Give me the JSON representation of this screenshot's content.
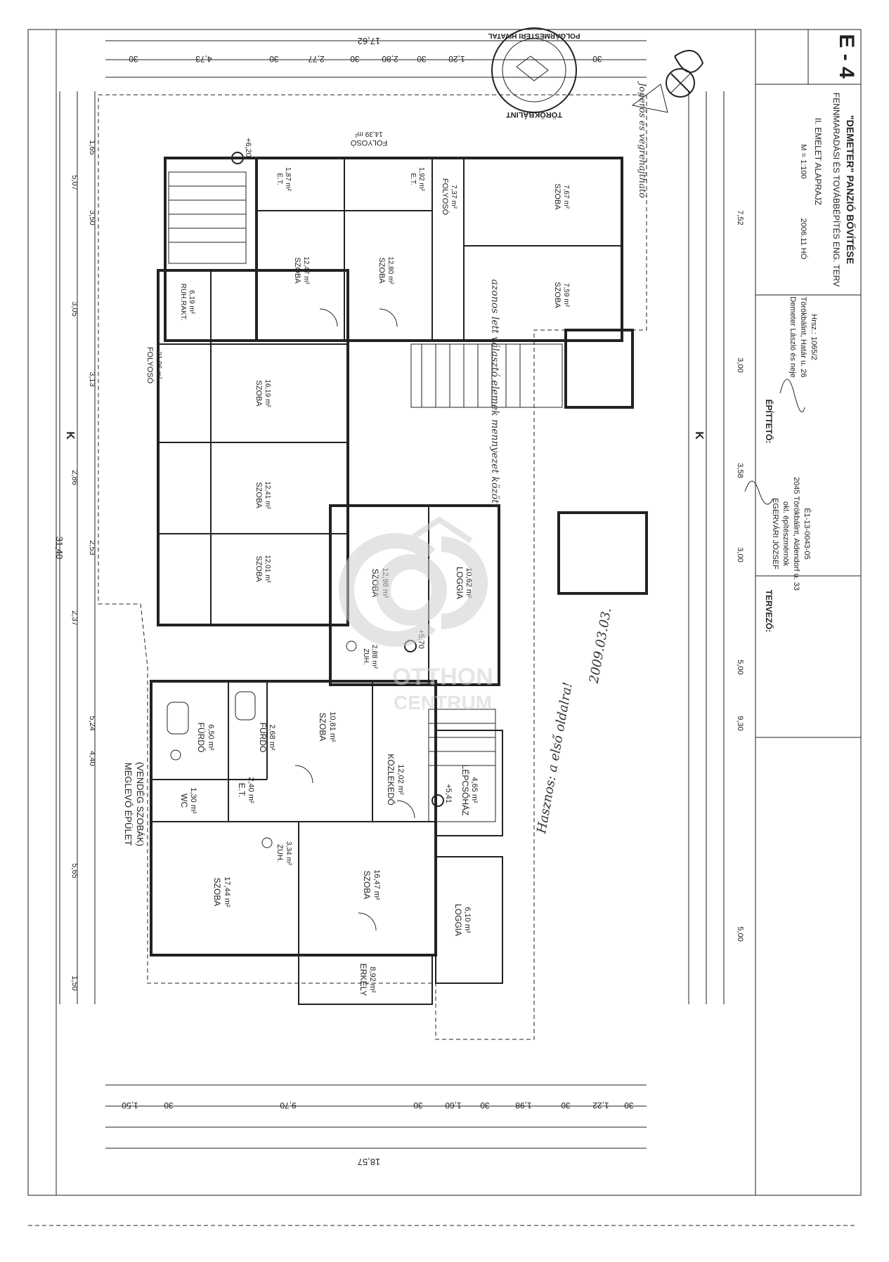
{
  "title_block": {
    "sheet_code": "E - 4",
    "project": "\"DEMETER\" PANZIÓ BŐVÍTÉSE",
    "plan_type": "FENNMARADÁSI ÉS TOVÁBBÉPÍTÉS ENG. TERV",
    "drawing": "II. EMELET ALAPRAJZ",
    "scale": "M = 1:100",
    "date": "2006.11 HÓ",
    "owner_label": "ÉPÍTTETŐ:",
    "owner_name": "Demeter László és neje",
    "owner_address": "Törökbálint, Határ u. 26",
    "owner_hrsz": "Hrsz.: 1065/2",
    "designer_label": "TERVEZŐ:",
    "designer_name": "EGERVÁRI JÓZSEF",
    "designer_title": "okl. építészmérnök",
    "designer_address": "2045 Törökbálint, Aldendorf u. 33",
    "designer_reg": "É1-13-0043-05"
  },
  "building_label": [
    "MEGLEVŐ ÉPÜLET",
    "(VENDÉG SZOBÁK)"
  ],
  "rooms": [
    {
      "name": "SZOBA",
      "area": "17,44 m²"
    },
    {
      "name": "SZOBA",
      "area": "16,47 m²"
    },
    {
      "name": "KÖZLEKEDŐ",
      "area": "12,02 m²"
    },
    {
      "name": "SZOBA",
      "area": "10,81 m²"
    },
    {
      "name": "FÜRDŐ",
      "area": "6,50 m²"
    },
    {
      "name": "FÜRDŐ",
      "area": "2,68 m²"
    },
    {
      "name": "E.T.",
      "area": "2,40 m²"
    },
    {
      "name": "WC",
      "area": "1,30 m²"
    },
    {
      "name": "ZUH.",
      "area": "3,34 m²"
    },
    {
      "name": "LÉPCSŐHÁZ",
      "area": "4,65 m²"
    },
    {
      "name": "LOGGIA",
      "area": "6,10 m²"
    },
    {
      "name": "ERKÉLY",
      "area": "8,92 m²"
    },
    {
      "name": "SZOBA",
      "area": "12,98 m²"
    },
    {
      "name": "LOGGIA",
      "area": "10,62 m²"
    },
    {
      "name": "ZUH.",
      "area": "2,88 m²"
    },
    {
      "name": "SZOBA",
      "area": "12,01 m²"
    },
    {
      "name": "SZOBA",
      "area": "12,41 m²"
    },
    {
      "name": "SZOBA",
      "area": "16,19 m²"
    },
    {
      "name": "FOLYOSÓ",
      "area": "21,96 m²"
    },
    {
      "name": "SZOBA",
      "area": "12,47 m²"
    },
    {
      "name": "SZOBA",
      "area": "12,80 m²"
    },
    {
      "name": "FOLYOSÓ",
      "area": "7,37 m²"
    },
    {
      "name": "FOLYOSÓ",
      "area": "14,39 m²"
    },
    {
      "name": "SZOBA",
      "area": "7,67 m²"
    },
    {
      "name": "SZOBA",
      "area": "7,59 m²"
    },
    {
      "name": "RUH.RAKT.",
      "area": "6,19 m²"
    },
    {
      "name": "E.T.",
      "area": "1,87 m²"
    },
    {
      "name": "E.T.",
      "area": "1,92 m²"
    }
  ],
  "dimensions": {
    "top_overall": "17,62",
    "top_row": [
      "30",
      "4,73",
      "30",
      "2,77",
      "30",
      "2,80",
      "30",
      "1,20",
      "30"
    ],
    "bottom_overall": "18,57",
    "bottom_row": [
      "1,50",
      "30",
      "9,70",
      "30",
      "1,60",
      "30",
      "1,98",
      "30",
      "1,22",
      "30"
    ],
    "left_overall": "31,40",
    "left_row": [
      "1,65",
      "5,07",
      "3,50",
      "3,05",
      "3,13",
      "2,86",
      "2,53",
      "2,37",
      "5,24",
      "4,40",
      "5,65",
      "1,50"
    ],
    "right_row": [
      "7,52",
      "3,00",
      "3,58",
      "3,00",
      "5,00",
      "9,30",
      "5,00"
    ]
  },
  "annotations": {
    "note1": "Hasznos: a első oldalra!",
    "note2": "2009.03.03.",
    "note3": "azonos lett választó elemek mennyezet között",
    "valid": "Jogerős és végrehajtható",
    "stamp_town": "TÖRÖKBÁLINT",
    "stamp_office": "POLGÁRMESTERI HIVATAL",
    "section_mark": "K",
    "level_marks": [
      "+6,20",
      "+5,70",
      "+5,41"
    ]
  },
  "watermark": {
    "letters": "OC",
    "line1": "OTTHON",
    "line2": "CENTRUM"
  }
}
